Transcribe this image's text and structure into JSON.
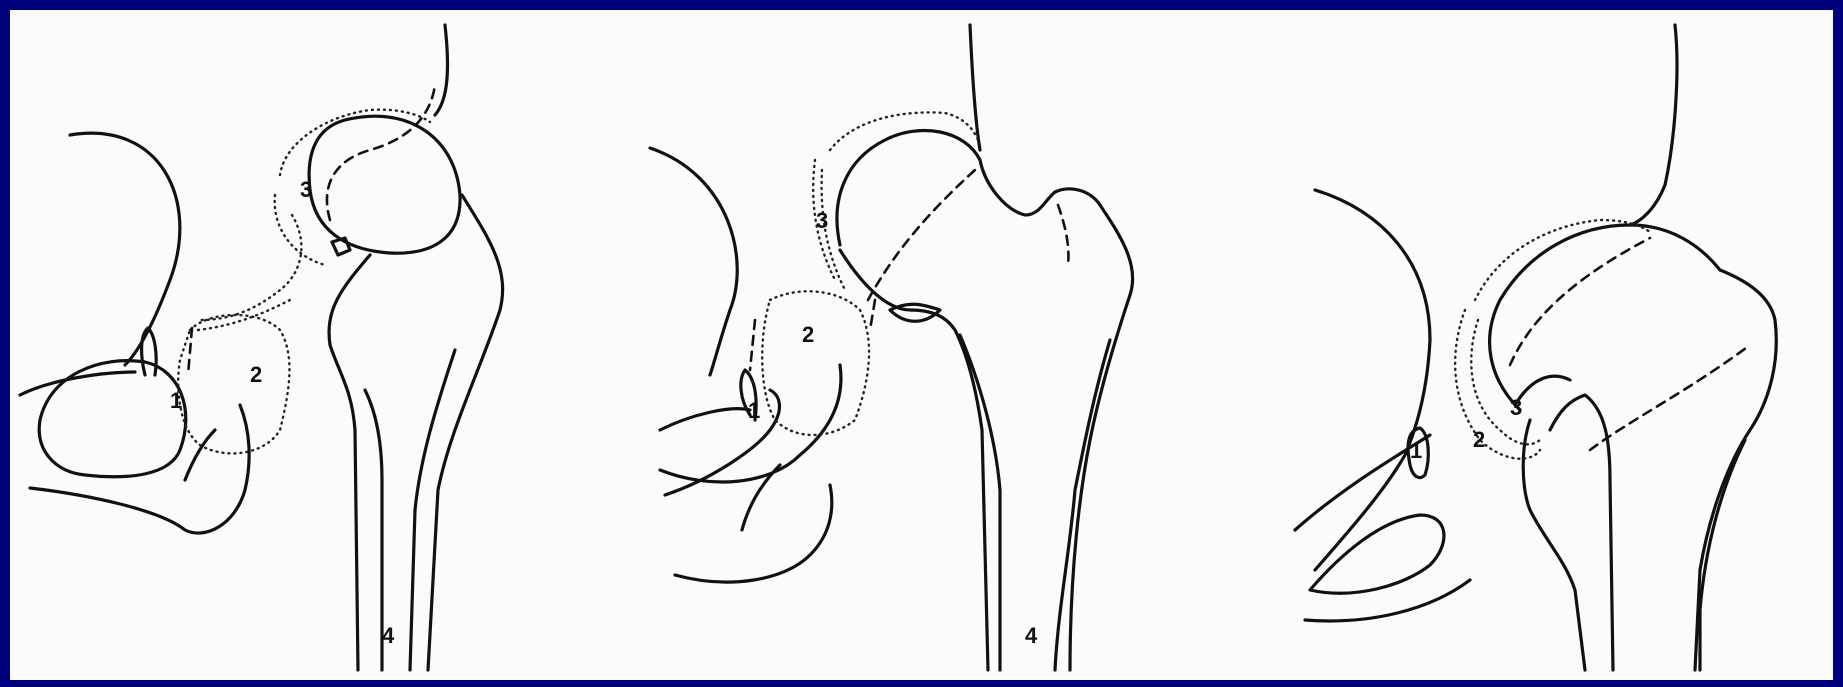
{
  "colors": {
    "frame": "#00007e",
    "paper": "#fbfbf9",
    "ink": "#111111"
  },
  "panels": [
    {
      "labels": [
        "1",
        "2",
        "3",
        "4"
      ]
    },
    {
      "labels": [
        "1",
        "2",
        "3",
        "4"
      ]
    },
    {
      "labels": [
        "1",
        "2",
        "3"
      ]
    }
  ]
}
